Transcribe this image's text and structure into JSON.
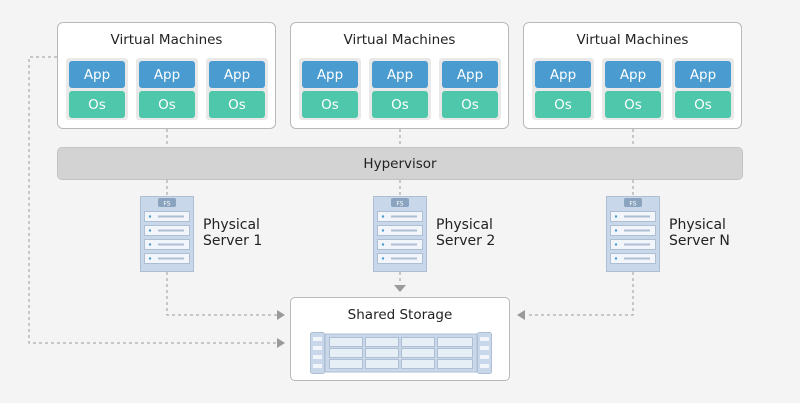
{
  "vm_groups": [
    {
      "title": "Virtual Machines",
      "vms": [
        {
          "app": "App",
          "os": "Os"
        },
        {
          "app": "App",
          "os": "Os"
        },
        {
          "app": "App",
          "os": "Os"
        }
      ]
    },
    {
      "title": "Virtual Machines",
      "vms": [
        {
          "app": "App",
          "os": "Os"
        },
        {
          "app": "App",
          "os": "Os"
        },
        {
          "app": "App",
          "os": "Os"
        }
      ]
    },
    {
      "title": "Virtual Machines",
      "vms": [
        {
          "app": "App",
          "os": "Os"
        },
        {
          "app": "App",
          "os": "Os"
        },
        {
          "app": "App",
          "os": "Os"
        }
      ]
    }
  ],
  "hypervisor": {
    "label": "Hypervisor"
  },
  "servers": [
    {
      "label": "Physical\nServer 1",
      "badge": "FS"
    },
    {
      "label": "Physical\nServer 2",
      "badge": "FS"
    },
    {
      "label": "Physical\nServer N",
      "badge": "FS"
    }
  ],
  "storage": {
    "label": "Shared Storage"
  },
  "colors": {
    "app": "#4a9bd0",
    "os": "#4fc7ab",
    "hypervisor": "#d3d3d3",
    "connector": "#9a9a9a",
    "server": "#c8d8ea"
  }
}
